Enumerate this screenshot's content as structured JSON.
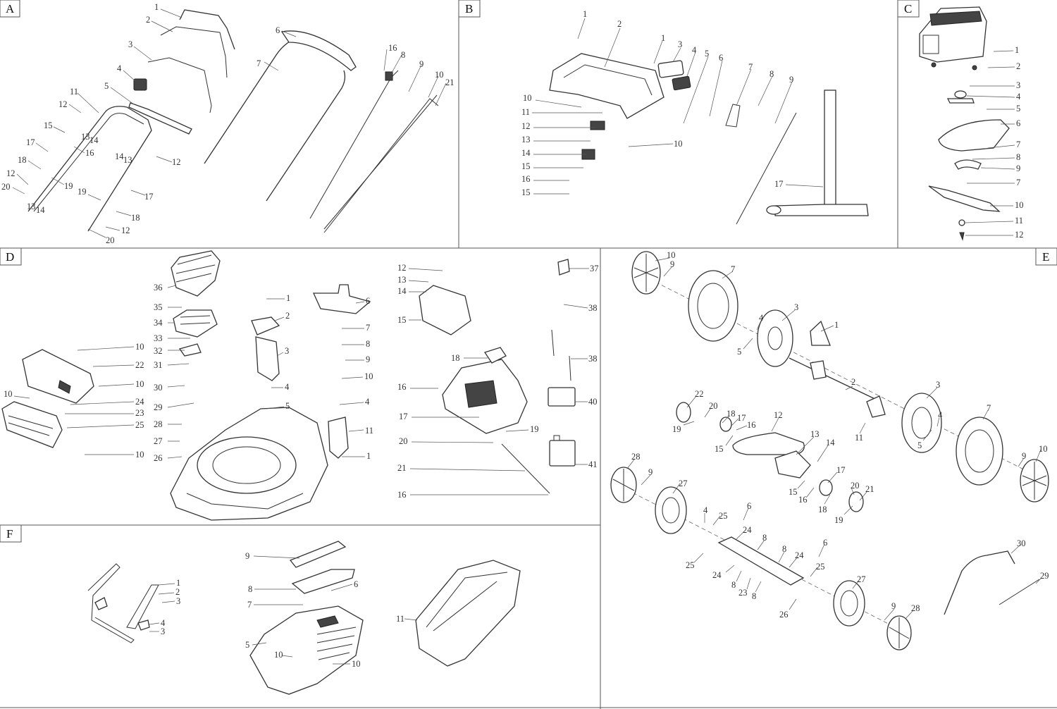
{
  "panels": [
    {
      "id": "A",
      "callouts": [
        "1",
        "2",
        "3",
        "4",
        "5",
        "6",
        "7",
        "8",
        "9",
        "10",
        "11",
        "12",
        "12",
        "12",
        "12",
        "13",
        "13",
        "13",
        "14",
        "14",
        "14",
        "15",
        "16",
        "16",
        "17",
        "17",
        "18",
        "18",
        "19",
        "19",
        "20",
        "20",
        "21"
      ]
    },
    {
      "id": "B",
      "callouts": [
        "1",
        "1",
        "2",
        "3",
        "4",
        "5",
        "6",
        "7",
        "8",
        "9",
        "10",
        "10",
        "11",
        "12",
        "13",
        "14",
        "15",
        "15",
        "16",
        "17"
      ]
    },
    {
      "id": "C",
      "callouts": [
        "1",
        "2",
        "3",
        "4",
        "5",
        "6",
        "7",
        "7",
        "8",
        "9",
        "10",
        "11",
        "12"
      ]
    },
    {
      "id": "D",
      "callouts": [
        "1",
        "1",
        "2",
        "3",
        "4",
        "4",
        "5",
        "6",
        "7",
        "8",
        "9",
        "10",
        "10",
        "10",
        "10",
        "10",
        "11",
        "12",
        "13",
        "14",
        "15",
        "16",
        "16",
        "17",
        "18",
        "19",
        "20",
        "21",
        "22",
        "23",
        "24",
        "25",
        "26",
        "27",
        "28",
        "29",
        "30",
        "31",
        "32",
        "33",
        "34",
        "35",
        "36",
        "37",
        "38",
        "38",
        "40",
        "41"
      ]
    },
    {
      "id": "E",
      "callouts": [
        "1",
        "2",
        "3",
        "3",
        "4",
        "4",
        "4",
        "5",
        "5",
        "6",
        "6",
        "7",
        "7",
        "8",
        "8",
        "8",
        "8",
        "9",
        "9",
        "9",
        "9",
        "10",
        "10",
        "11",
        "12",
        "13",
        "14",
        "15",
        "15",
        "16",
        "16",
        "17",
        "17",
        "18",
        "18",
        "19",
        "19",
        "20",
        "20",
        "21",
        "22",
        "23",
        "24",
        "24",
        "24",
        "25",
        "25",
        "25",
        "26",
        "27",
        "27",
        "28",
        "28",
        "29",
        "30"
      ]
    },
    {
      "id": "F",
      "callouts": [
        "1",
        "2",
        "3",
        "3",
        "4",
        "5",
        "6",
        "7",
        "8",
        "9",
        "10",
        "10",
        "11"
      ]
    }
  ]
}
